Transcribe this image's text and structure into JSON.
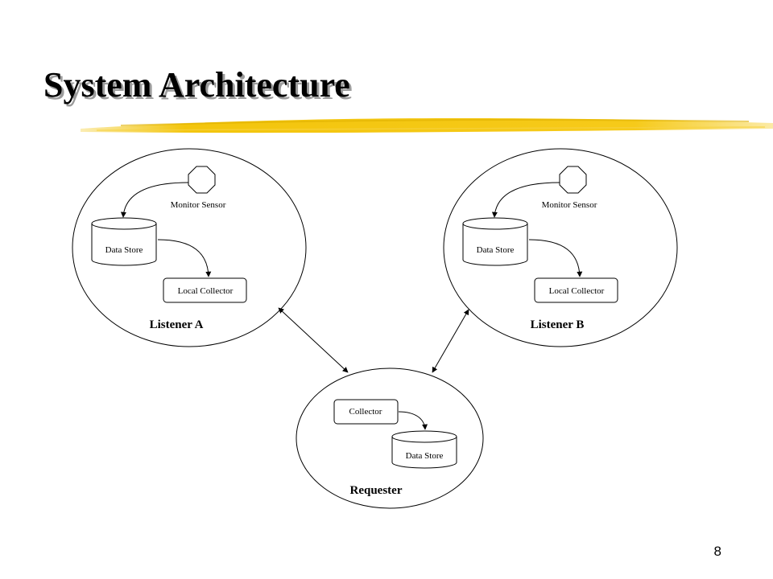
{
  "slide": {
    "title": "System Architecture",
    "page_number": "8",
    "accent_color": "#f2c200"
  },
  "listener_a": {
    "name": "Listener A",
    "monitor_sensor": "Monitor Sensor",
    "data_store": "Data Store",
    "local_collector": "Local Collector"
  },
  "listener_b": {
    "name": "Listener B",
    "monitor_sensor": "Monitor Sensor",
    "data_store": "Data Store",
    "local_collector": "Local Collector"
  },
  "requester": {
    "name": "Requester",
    "collector": "Collector",
    "data_store": "Data Store"
  }
}
